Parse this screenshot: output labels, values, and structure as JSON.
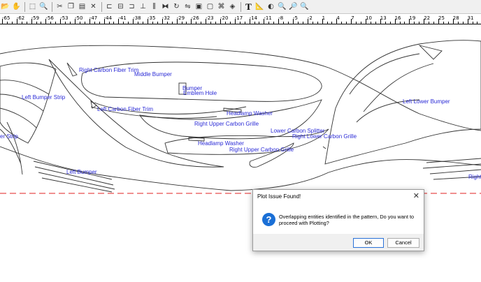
{
  "toolbar": {
    "text_tool_label": "T",
    "icons": [
      "open-folder-icon",
      "hand-pan-icon",
      "select-window-icon",
      "zoom-select-icon",
      "cut-icon",
      "copy-icon",
      "paste-icon",
      "delete-icon",
      "align-left-icon",
      "align-center-icon",
      "align-right-icon",
      "align-bottom-icon",
      "distribute-icon",
      "mirror-icon",
      "rotate-icon",
      "flip-icon",
      "group-icon",
      "ungroup-icon",
      "weld-icon",
      "node-edit-icon",
      "measure-icon",
      "fill-icon",
      "zoom-in-icon",
      "zoom-out-icon",
      "zoom-fit-icon"
    ]
  },
  "ruler": {
    "labels": [
      "-65",
      "-62",
      "-59",
      "-56",
      "-53",
      "-50",
      "-47",
      "-44",
      "-41",
      "-38",
      "-35",
      "-32",
      "-29",
      "-26",
      "-23",
      "-20",
      "-17",
      "-14",
      "-11",
      "-8",
      "-5",
      "-2",
      "1",
      "4",
      "7",
      "10",
      "13",
      "16",
      "19",
      "22",
      "25",
      "28",
      "31"
    ]
  },
  "pattern_labels": {
    "right_carbon_fiber_trim": "Right Carbon Fiber Trim",
    "middle_bumper": "Middle Bumper",
    "bumper": "Bumper",
    "emblem_hole": "Emblem Hole",
    "left_bumper_strip": "Left Bumper Strip",
    "left_carbon_fiber_trim": "Left Carbon Fiber Trim",
    "headlamp_washer_1": "Headlamp Washer",
    "right_upper_carbon_grille_1": "Right Upper Carbon Grille",
    "lower_carbon_splitter": "Lower Carbon Splitter",
    "right_lower_carbon_grille": "Right Lower Carbon Grille",
    "headlamp_washer_2": "Headlamp Washer",
    "right_upper_carbon_grille_2": "Right Upper Carbon Grille",
    "left_lower_bumper": "Left Lower Bumper",
    "left_bumper": "Left Bumper",
    "strip_partial": "er Strip",
    "right_partial": "Right"
  },
  "dialog": {
    "title": "Plot Issue Found!",
    "close_glyph": "✕",
    "icon_glyph": "?",
    "message": "Overlapping entities identified in the pattern, Do you want to proceed with Plotting?",
    "ok_label": "OK",
    "cancel_label": "Cancel"
  },
  "colors": {
    "label_blue": "#2a2ad6",
    "plot_limit_red": "#e02020",
    "question_icon_blue": "#1a6fd6"
  }
}
